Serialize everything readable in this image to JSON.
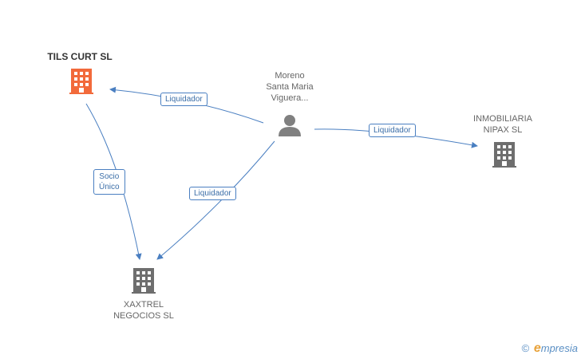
{
  "nodes": {
    "tils_curt": {
      "name": "TILS CURT SL",
      "color": "#f26a3b"
    },
    "person": {
      "name_lines": [
        "Moreno",
        "Santa Maria",
        "Viguera..."
      ],
      "color": "#808080"
    },
    "inmobiliaria": {
      "name_lines": [
        "INMOBILIARIA",
        "NIPAX SL"
      ],
      "color": "#6e6e6e"
    },
    "xaxtrel": {
      "name_lines": [
        "XAXTREL",
        "NEGOCIOS SL"
      ],
      "color": "#6e6e6e"
    }
  },
  "edges": {
    "person_tils": {
      "label": "Liquidador"
    },
    "person_inmobiliaria": {
      "label": "Liquidador"
    },
    "person_xaxtrel": {
      "label": "Liquidador"
    },
    "tils_xaxtrel": {
      "label_lines": [
        "Socio",
        "Único"
      ]
    }
  },
  "colors": {
    "edge": "#4a7fc1",
    "label_border": "#4a7fc1"
  },
  "footer": {
    "copyright": "©",
    "brand_first": "e",
    "brand_rest": "mpresia"
  }
}
